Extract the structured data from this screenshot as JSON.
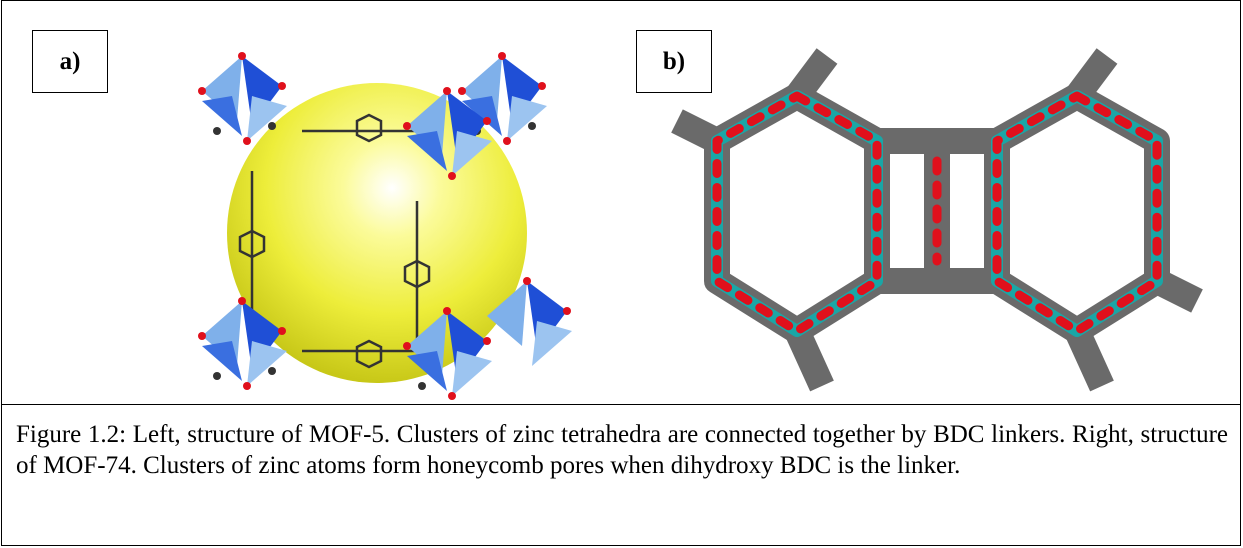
{
  "figure": {
    "panel_a_label": "a)",
    "panel_b_label": "b)",
    "caption": "Figure 1.2: Left, structure of MOF-5. Clusters of zinc tetrahedra are connected together by BDC linkers. Right, structure of MOF-74. Clusters of zinc atoms form honeycomb pores when dihydroxy BDC is the linker."
  },
  "colors": {
    "sphere": "#f2f234",
    "tetrahedra_dark": "#1f4fd6",
    "tetrahedra_light": "#7fb0ea",
    "oxygen": "#e0101c",
    "carbon": "#4a4a4a",
    "zinc": "#1aa6a6"
  }
}
